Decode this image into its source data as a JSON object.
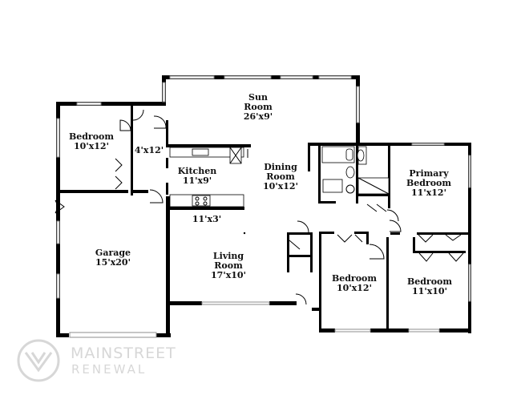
{
  "rooms": {
    "sun_room": {
      "name_1": "Sun",
      "name_2": "Room",
      "size": "26'x9'"
    },
    "bedroom_nw": {
      "name": "Bedroom",
      "size": "10'x12'"
    },
    "hall_4x12": {
      "size": "4'x12'"
    },
    "kitchen": {
      "name": "Kitchen",
      "size": "11'x9'"
    },
    "dining": {
      "name_1": "Dining",
      "name_2": "Room",
      "size": "10'x12'"
    },
    "primary": {
      "name_1": "Primary",
      "name_2": "Bedroom",
      "size": "11'x12'"
    },
    "hall_11x3": {
      "size": "11'x3'"
    },
    "garage": {
      "name": "Garage",
      "size": "15'x20'"
    },
    "living": {
      "name_1": "Living",
      "name_2": "Room",
      "size": "17'x10'"
    },
    "bedroom_mid": {
      "name": "Bedroom",
      "size": "10'x12'"
    },
    "bedroom_se": {
      "name": "Bedroom",
      "size": "11'x10'"
    }
  },
  "watermark": {
    "line_1": "MAINSTREET",
    "line_2": "RENEWAL"
  }
}
